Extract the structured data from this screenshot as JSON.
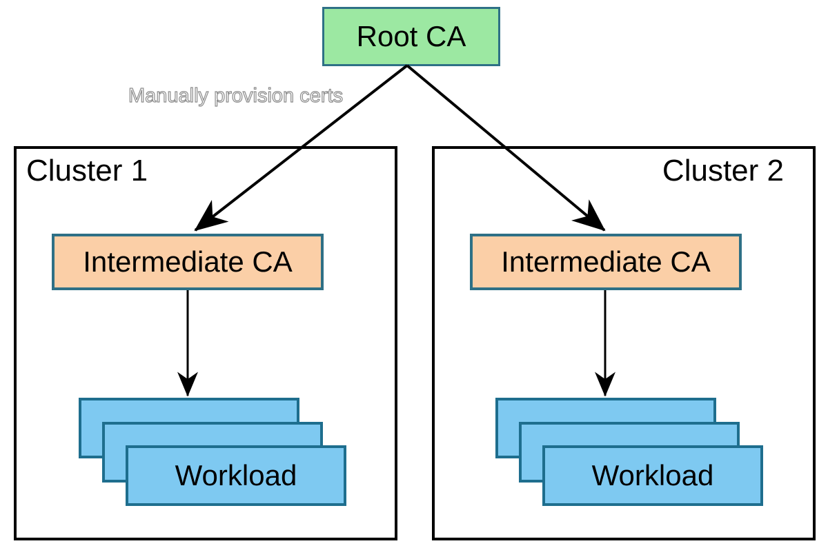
{
  "diagram": {
    "root_ca": {
      "label": "Root CA"
    },
    "annotation": {
      "text": "Manually provision certs"
    },
    "clusters": [
      {
        "label": "Cluster 1",
        "intermediate_ca": {
          "label": "Intermediate CA"
        },
        "workload": {
          "label": "Workload",
          "stack_count": 3
        }
      },
      {
        "label": "Cluster 2",
        "intermediate_ca": {
          "label": "Intermediate CA"
        },
        "workload": {
          "label": "Workload",
          "stack_count": 3
        }
      }
    ],
    "colors": {
      "root_ca_fill": "#9ce8a2",
      "box_border_teal": "#2e7086",
      "intermediate_fill": "#fbcfa7",
      "workload_fill": "#7ec9f1",
      "workload_border": "#1e6e8e",
      "cluster_border": "#000000",
      "arrow_color": "#000000",
      "annotation_outline": "#8c8c8c",
      "annotation_fill": "#ffffff"
    }
  }
}
